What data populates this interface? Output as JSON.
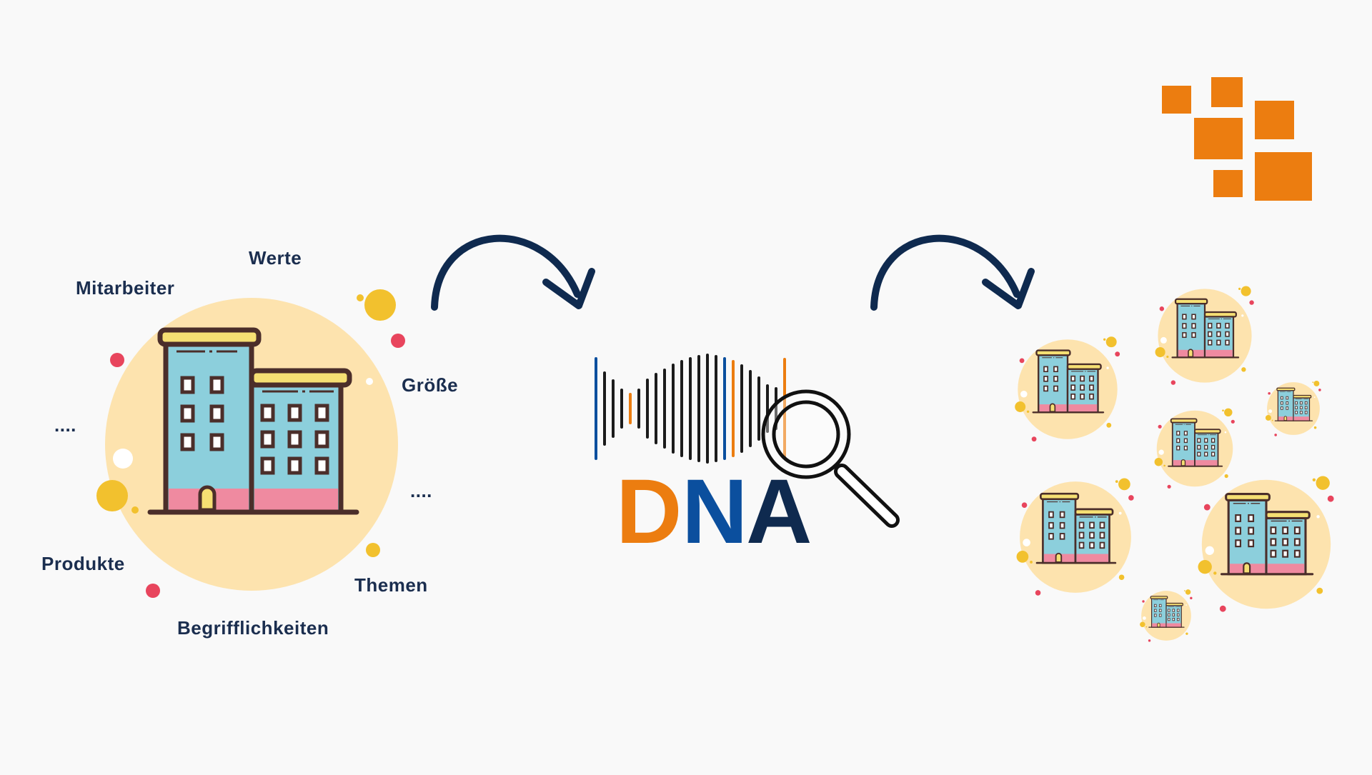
{
  "attributes": {
    "werte": "Werte",
    "mitarbeiter": "Mitarbeiter",
    "groesse": "Größe",
    "ellipsis_left": "....",
    "ellipsis_right": "....",
    "produkte": "Produkte",
    "themen": "Themen",
    "begrifflichkeiten": "Begrifflichkeiten"
  },
  "dna_text": {
    "d": "D",
    "n": "N",
    "a": "A"
  },
  "colors": {
    "navy": "#0f2a4f",
    "orange": "#ec7d10",
    "blue": "#0b4f9e",
    "circle": "#fde3ae",
    "building_blue": "#8ccfdc",
    "building_outline": "#4b2e2a",
    "roof_yellow": "#f5df73",
    "pink": "#ef8aa0",
    "dot_red": "#e8455d",
    "dot_yellow": "#f2c12e"
  }
}
